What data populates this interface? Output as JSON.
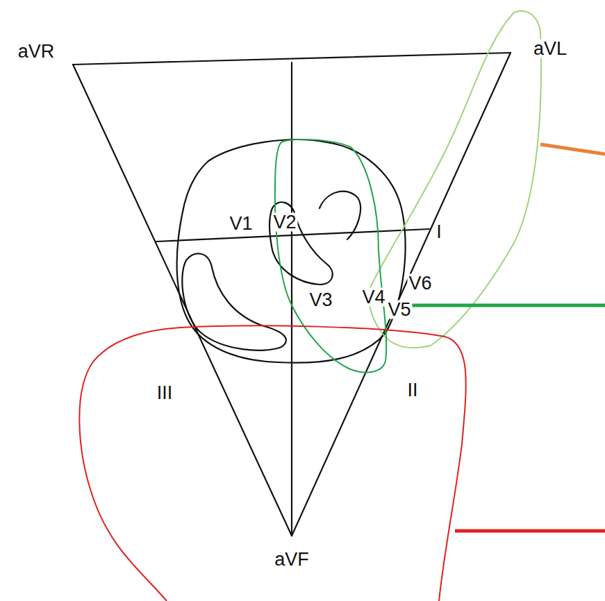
{
  "diagram": {
    "labels": [
      "aVR",
      "aVL",
      "V1",
      "V2",
      "I",
      "V3",
      "V4",
      "V6",
      "V5",
      "III",
      "II",
      "aVF"
    ]
  }
}
